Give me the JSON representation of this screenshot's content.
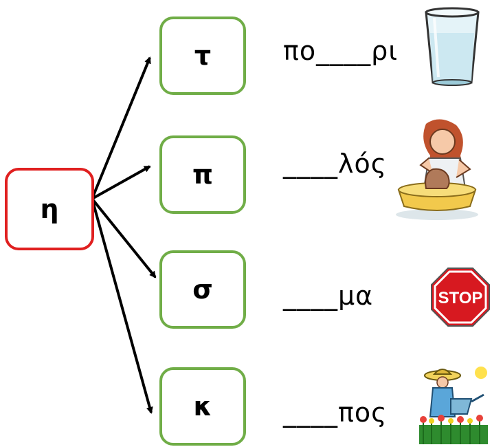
{
  "source": {
    "letter": "η"
  },
  "targets": [
    {
      "letter": "τ",
      "word": "πο____ρι",
      "picture": "glass-of-water"
    },
    {
      "letter": "π",
      "word": "____λός",
      "picture": "potter-at-wheel"
    },
    {
      "letter": "σ",
      "word": "____μα",
      "picture": "stop-sign"
    },
    {
      "letter": "κ",
      "word": "____πος",
      "picture": "gardener-watering"
    }
  ],
  "stop_sign": {
    "text": "STOP"
  },
  "colors": {
    "source_border": "#e02020",
    "target_border": "#70ad47",
    "arrow": "#000000",
    "stop_red": "#d71920"
  }
}
